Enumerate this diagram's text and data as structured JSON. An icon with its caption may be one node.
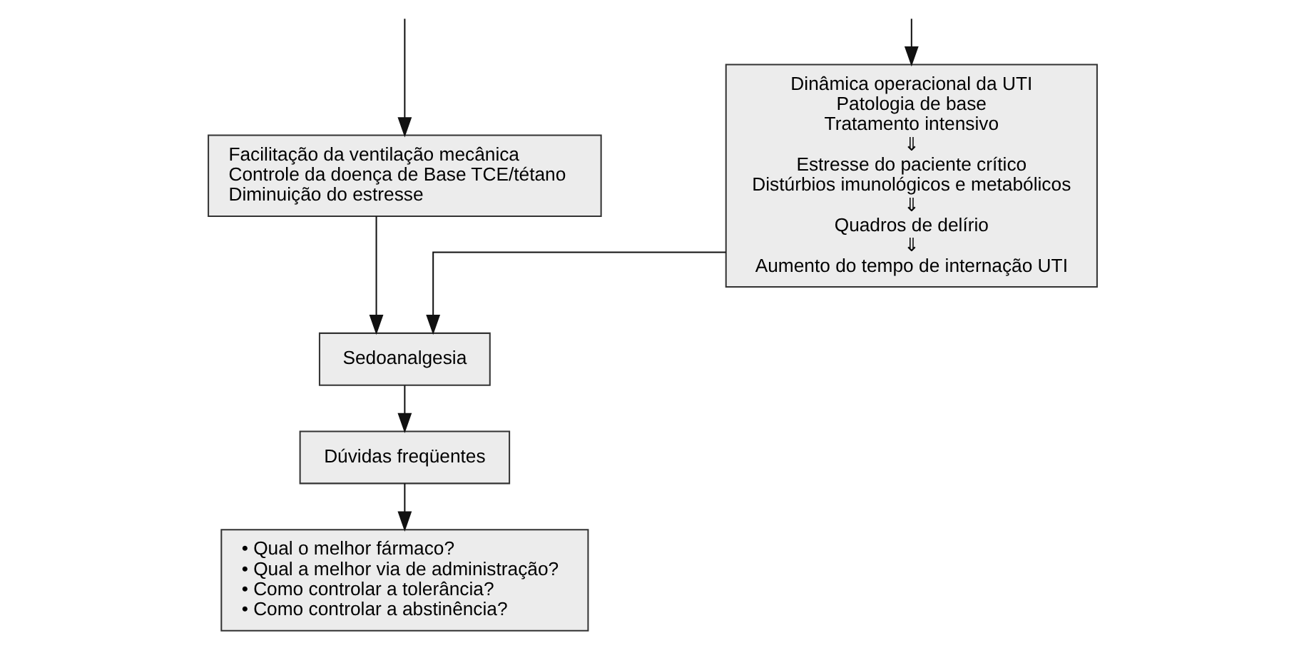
{
  "diagram": {
    "nodes": [
      {
        "text": [
          "Dinâmica operacional da UTI",
          "Patologia de base",
          "Tratamento intensivo",
          "⇓",
          "Estresse do paciente crítico",
          "Distúrbios imunológicos e metabólicos",
          "⇓",
          "Quadros de delírio",
          "⇓",
          "Aumento do tempo de internação UTI"
        ]
      },
      {
        "text": [
          "Facilitação da ventilação mecânica",
          "Controle da doença de Base TCE/tétano",
          "Diminuição do estresse"
        ]
      },
      {
        "text": [
          "Sedoanalgesia"
        ]
      },
      {
        "text": [
          "Dúvidas freqüentes"
        ]
      },
      {
        "text": [
          "• Qual o melhor fármaco?",
          "• Qual a melhor via de administração?",
          "• Como controlar a tolerância?",
          "• Como controlar a abstinência?"
        ]
      }
    ],
    "edges": [
      {
        "from": null,
        "to": 0,
        "arrow": "to"
      },
      {
        "from": null,
        "to": 1,
        "arrow": "to"
      },
      {
        "from": 0,
        "to": 2,
        "arrow": "to"
      },
      {
        "from": 1,
        "to": 2,
        "arrow": "to"
      },
      {
        "from": 2,
        "to": 3,
        "arrow": "to"
      },
      {
        "from": 3,
        "to": 4,
        "arrow": "to"
      }
    ]
  }
}
